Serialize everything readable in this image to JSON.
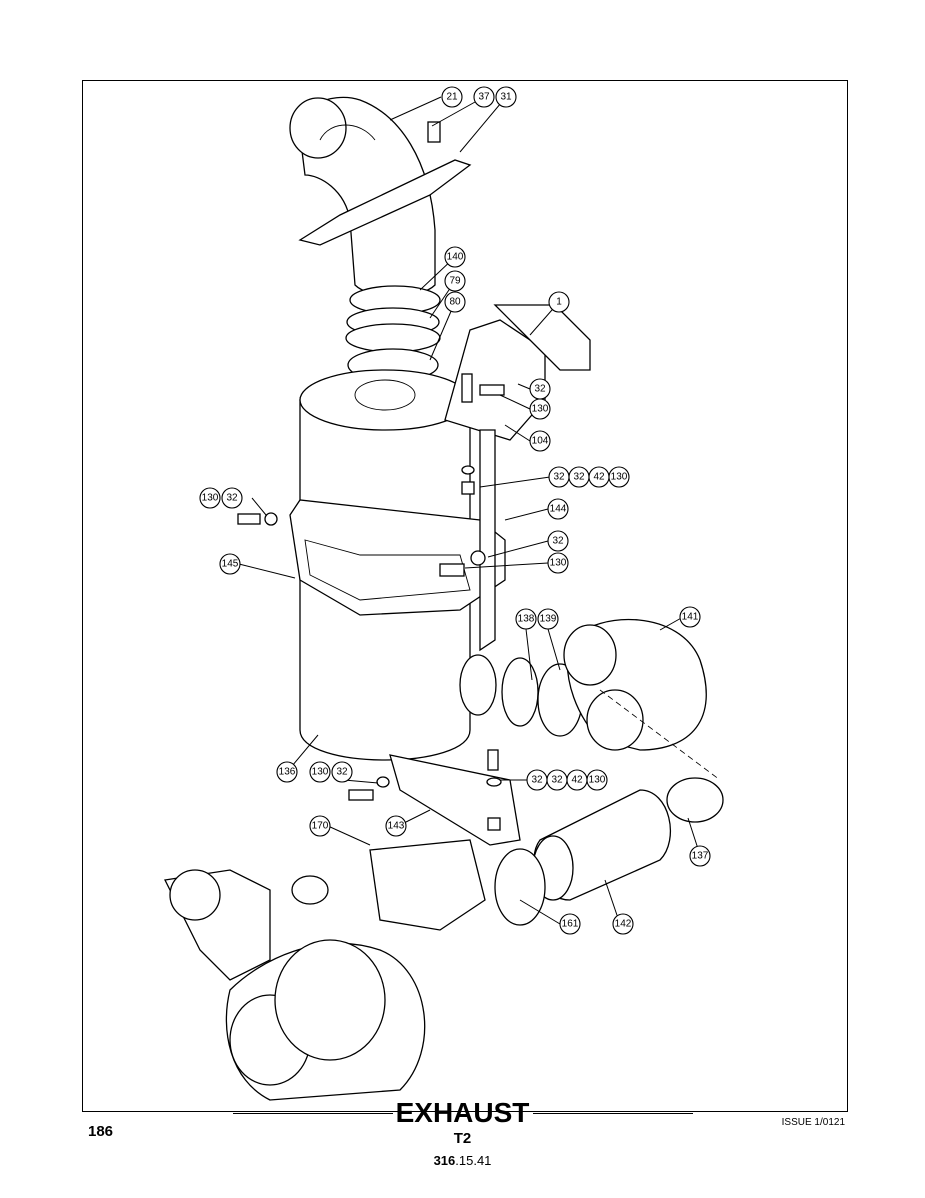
{
  "page": {
    "title": "EXHAUST",
    "subtitle": "T2",
    "page_number": "186",
    "issue": "ISSUE 1/0121",
    "ref_bold": "316",
    "ref_rest": ".15.41"
  },
  "callouts": {
    "c21": "21",
    "c37": "37",
    "c31": "31",
    "c140": "140",
    "c79": "79",
    "c80": "80",
    "c1": "1",
    "c32a": "32",
    "c130a": "130",
    "c104": "104",
    "c32b": "32",
    "c32c": "32",
    "c42a": "42",
    "c130b": "130",
    "c130c": "130",
    "c32d": "32",
    "c144": "144",
    "c145": "145",
    "c32e": "32",
    "c130d": "130",
    "c138": "138",
    "c139": "139",
    "c141": "141",
    "c136": "136",
    "c130e": "130",
    "c32f": "32",
    "c32g": "32",
    "c32h": "32",
    "c42b": "42",
    "c130f": "130",
    "c143": "143",
    "c170": "170",
    "c137": "137",
    "c161": "161",
    "c142": "142"
  }
}
